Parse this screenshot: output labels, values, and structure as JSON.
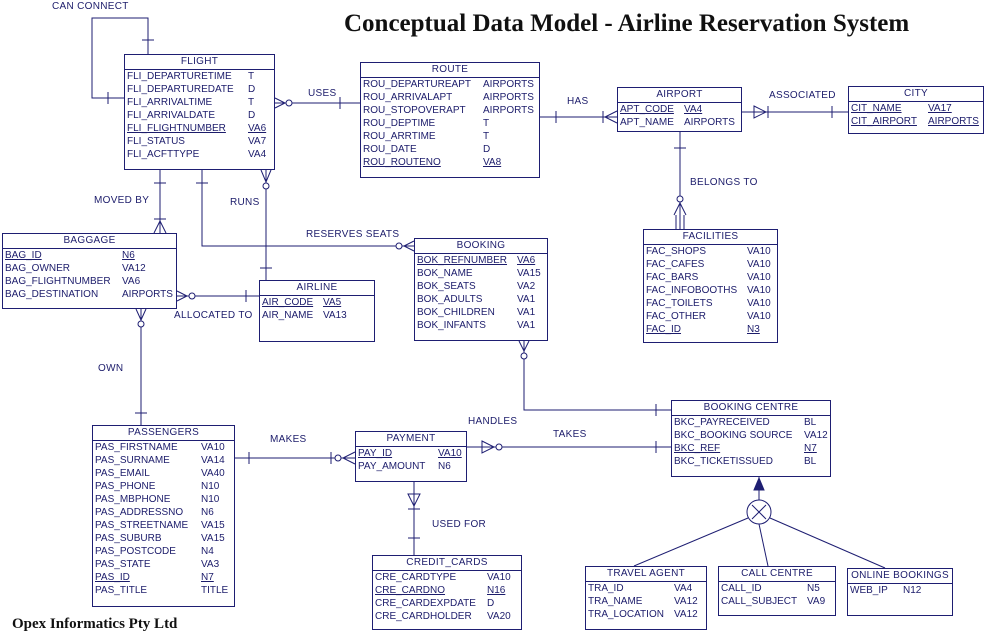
{
  "title": "Conceptual Data Model - Airline Reservation System",
  "footer": "Opex Informatics Pty Ltd",
  "relationships": {
    "can_connect": "CAN CONNECT",
    "uses": "USES",
    "has": "HAS",
    "associated": "ASSOCIATED",
    "belongs_to": "BELONGS TO",
    "moved_by": "MOVED BY",
    "runs": "RUNS",
    "reserves_seats": "RESERVES SEATS",
    "allocated_to": "ALLOCATED TO",
    "own": "OWN",
    "handles": "HANDLES",
    "makes": "MAKES",
    "takes": "TAKES",
    "used_for": "USED FOR"
  },
  "entities": {
    "flight": {
      "name": "FLIGHT",
      "attrs": [
        {
          "n": "FLI_DEPARTURETIME",
          "t": "T",
          "k": false
        },
        {
          "n": "FLI_DEPARTUREDATE",
          "t": "D",
          "k": false
        },
        {
          "n": "FLI_ARRIVALTIME",
          "t": "T",
          "k": false
        },
        {
          "n": "FLI_ARRIVALDATE",
          "t": "D",
          "k": false
        },
        {
          "n": "FLI_FLIGHTNUMBER",
          "t": "VA6",
          "k": true
        },
        {
          "n": "FLI_STATUS",
          "t": "VA7",
          "k": false
        },
        {
          "n": "FLI_ACFTTYPE",
          "t": "VA4",
          "k": false
        }
      ]
    },
    "route": {
      "name": "ROUTE",
      "attrs": [
        {
          "n": "ROU_DEPARTUREAPT",
          "t": "AIRPORTS",
          "k": false
        },
        {
          "n": "ROU_ARRIVALAPT",
          "t": "AIRPORTS",
          "k": false
        },
        {
          "n": "ROU_STOPOVERAPT",
          "t": "AIRPORTS",
          "k": false
        },
        {
          "n": "ROU_DEPTIME",
          "t": "T",
          "k": false
        },
        {
          "n": "ROU_ARRTIME",
          "t": "T",
          "k": false
        },
        {
          "n": "ROU_DATE",
          "t": "D",
          "k": false
        },
        {
          "n": "ROU_ROUTENO",
          "t": "VA8",
          "k": true
        }
      ]
    },
    "airport": {
      "name": "AIRPORT",
      "attrs": [
        {
          "n": "APT_CODE",
          "t": "VA4",
          "k": true
        },
        {
          "n": "APT_NAME",
          "t": "AIRPORTS",
          "k": false
        }
      ]
    },
    "city": {
      "name": "CITY",
      "attrs": [
        {
          "n": "CIT_NAME",
          "t": "VA17",
          "k": true
        },
        {
          "n": "CIT_AIRPORT",
          "t": "AIRPORTS",
          "k": true
        }
      ]
    },
    "facilities": {
      "name": "FACILITIES",
      "attrs": [
        {
          "n": "FAC_SHOPS",
          "t": "VA10",
          "k": false
        },
        {
          "n": "FAC_CAFES",
          "t": "VA10",
          "k": false
        },
        {
          "n": "FAC_BARS",
          "t": "VA10",
          "k": false
        },
        {
          "n": "FAC_INFOBOOTHS",
          "t": "VA10",
          "k": false
        },
        {
          "n": "FAC_TOILETS",
          "t": "VA10",
          "k": false
        },
        {
          "n": "FAC_OTHER",
          "t": "VA10",
          "k": false
        },
        {
          "n": "FAC_ID",
          "t": "N3",
          "k": true
        }
      ]
    },
    "baggage": {
      "name": "BAGGAGE",
      "attrs": [
        {
          "n": "BAG_ID",
          "t": "N6",
          "k": true
        },
        {
          "n": "BAG_OWNER",
          "t": "VA12",
          "k": false
        },
        {
          "n": "BAG_FLIGHTNUMBER",
          "t": "VA6",
          "k": false
        },
        {
          "n": "BAG_DESTINATION",
          "t": "AIRPORTS",
          "k": false
        }
      ]
    },
    "airline": {
      "name": "AIRLINE",
      "attrs": [
        {
          "n": "AIR_CODE",
          "t": "VA5",
          "k": true
        },
        {
          "n": "AIR_NAME",
          "t": "VA13",
          "k": false
        }
      ]
    },
    "booking": {
      "name": "BOOKING",
      "attrs": [
        {
          "n": "BOK_REFNUMBER",
          "t": "VA6",
          "k": true
        },
        {
          "n": "BOK_NAME",
          "t": "VA15",
          "k": false
        },
        {
          "n": "BOK_SEATS",
          "t": "VA2",
          "k": false
        },
        {
          "n": "BOK_ADULTS",
          "t": "VA1",
          "k": false
        },
        {
          "n": "BOK_CHILDREN",
          "t": "VA1",
          "k": false
        },
        {
          "n": "BOK_INFANTS",
          "t": "VA1",
          "k": false
        }
      ]
    },
    "booking_centre": {
      "name": "BOOKING CENTRE",
      "attrs": [
        {
          "n": "BKC_PAYRECEIVED",
          "t": "BL",
          "k": false
        },
        {
          "n": "BKC_BOOKING SOURCE",
          "t": "VA12",
          "k": false
        },
        {
          "n": "BKC_REF",
          "t": "N7",
          "k": true
        },
        {
          "n": "BKC_TICKETISSUED",
          "t": "BL",
          "k": false
        }
      ]
    },
    "passengers": {
      "name": "PASSENGERS",
      "attrs": [
        {
          "n": "PAS_FIRSTNAME",
          "t": "VA10",
          "k": false
        },
        {
          "n": "PAS_SURNAME",
          "t": "VA14",
          "k": false
        },
        {
          "n": "PAS_EMAIL",
          "t": "VA40",
          "k": false
        },
        {
          "n": "PAS_PHONE",
          "t": "N10",
          "k": false
        },
        {
          "n": "PAS_MBPHONE",
          "t": "N10",
          "k": false
        },
        {
          "n": "PAS_ADDRESSNO",
          "t": "N6",
          "k": false
        },
        {
          "n": "PAS_STREETNAME",
          "t": "VA15",
          "k": false
        },
        {
          "n": "PAS_SUBURB",
          "t": "VA15",
          "k": false
        },
        {
          "n": "PAS_POSTCODE",
          "t": "N4",
          "k": false
        },
        {
          "n": "PAS_STATE",
          "t": "VA3",
          "k": false
        },
        {
          "n": "PAS_ID",
          "t": "N7",
          "k": true
        },
        {
          "n": "PAS_TITLE",
          "t": "TITLE",
          "k": false
        }
      ]
    },
    "payment": {
      "name": "PAYMENT",
      "attrs": [
        {
          "n": "PAY_ID",
          "t": "VA10",
          "k": true
        },
        {
          "n": "PAY_AMOUNT",
          "t": "N6",
          "k": false
        }
      ]
    },
    "credit_cards": {
      "name": "CREDIT_CARDS",
      "attrs": [
        {
          "n": "CRE_CARDTYPE",
          "t": "VA10",
          "k": false
        },
        {
          "n": "CRE_CARDNO",
          "t": "N16",
          "k": true
        },
        {
          "n": "CRE_CARDEXPDATE",
          "t": "D",
          "k": false
        },
        {
          "n": "CRE_CARDHOLDER",
          "t": "VA20",
          "k": false
        }
      ]
    },
    "travel_agent": {
      "name": "TRAVEL AGENT",
      "attrs": [
        {
          "n": "TRA_ID",
          "t": "VA4",
          "k": false
        },
        {
          "n": "TRA_NAME",
          "t": "VA12",
          "k": false
        },
        {
          "n": "TRA_LOCATION",
          "t": "VA12",
          "k": false
        }
      ]
    },
    "call_centre": {
      "name": "CALL CENTRE",
      "attrs": [
        {
          "n": "CALL_ID",
          "t": "N5",
          "k": false
        },
        {
          "n": "CALL_SUBJECT",
          "t": "VA9",
          "k": false
        }
      ]
    },
    "online_bookings": {
      "name": "ONLINE BOOKINGS",
      "attrs": [
        {
          "n": "WEB_IP",
          "t": "N12",
          "k": false
        }
      ]
    }
  }
}
